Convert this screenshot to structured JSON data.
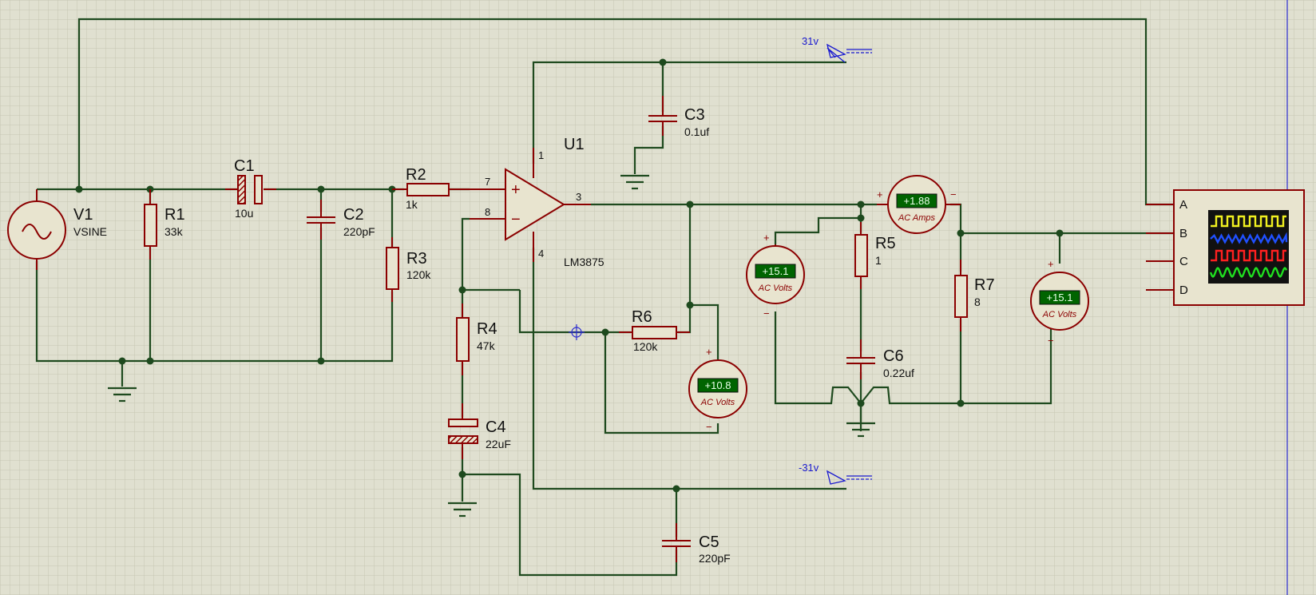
{
  "schematic": {
    "components": {
      "v1": {
        "ref": "V1",
        "value": "VSINE"
      },
      "r1": {
        "ref": "R1",
        "value": "33k"
      },
      "c1": {
        "ref": "C1",
        "value": "10u"
      },
      "c2": {
        "ref": "C2",
        "value": "220pF"
      },
      "r2": {
        "ref": "R2",
        "value": "1k"
      },
      "r3": {
        "ref": "R3",
        "value": "120k"
      },
      "u1": {
        "ref": "U1",
        "value": "LM3875",
        "pins": {
          "p1": "1",
          "p3": "3",
          "p4": "4",
          "p7": "7",
          "p8": "8"
        },
        "plus": "+",
        "minus": "−"
      },
      "c3": {
        "ref": "C3",
        "value": "0.1uf"
      },
      "r4": {
        "ref": "R4",
        "value": "47k"
      },
      "r6": {
        "ref": "R6",
        "value": "120k"
      },
      "c4": {
        "ref": "C4",
        "value": "22uF"
      },
      "c5": {
        "ref": "C5",
        "value": "220pF"
      },
      "r5": {
        "ref": "R5",
        "value": "1"
      },
      "c6": {
        "ref": "C6",
        "value": "0.22uf"
      },
      "r7": {
        "ref": "R7",
        "value": "8"
      }
    },
    "nets": {
      "vpos": "31v",
      "vneg": "-31v"
    },
    "meters": {
      "amps": {
        "reading": "+1.88",
        "label": "AC Amps",
        "plus": "+",
        "minus": "−"
      },
      "volts_left": {
        "reading": "+15.1",
        "label": "AC Volts",
        "plus": "+",
        "minus": "−"
      },
      "volts_mid": {
        "reading": "+10.8",
        "label": "AC Volts",
        "plus": "+",
        "minus": "−"
      },
      "volts_right": {
        "reading": "+15.1",
        "label": "AC Volts",
        "plus": "+",
        "minus": "−"
      }
    },
    "oscilloscope": {
      "channels": [
        "A",
        "B",
        "C",
        "D"
      ],
      "trace_colors": [
        "#f0f020",
        "#2050ff",
        "#ff2020",
        "#20e020"
      ]
    },
    "colors": {
      "wire": "#1e4a1e",
      "component": "#8b0000",
      "background": "#e0e0d0",
      "grid": "#c8c8b4",
      "lcd": "#006400"
    }
  }
}
